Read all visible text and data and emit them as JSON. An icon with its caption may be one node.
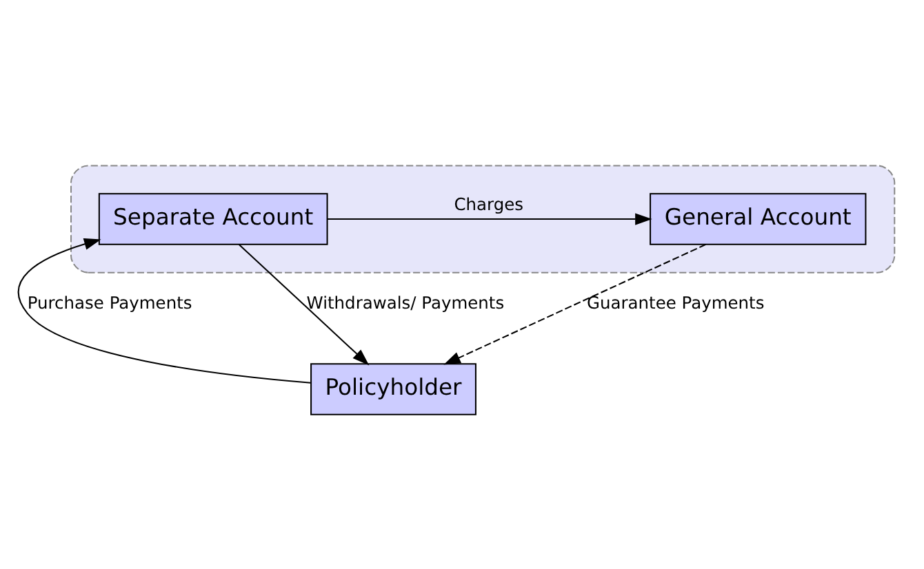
{
  "diagram": {
    "nodes": [
      {
        "text": [
          "Policyholder"
        ]
      },
      {
        "text": [],
        "shape": "box"
      },
      {
        "text": [
          "Separate Account"
        ],
        "in": 1
      },
      {
        "text": [
          "General Account"
        ],
        "in": 1
      }
    ],
    "edges": [
      {
        "from": 0,
        "to": 2,
        "arrow": "to",
        "label": "Purchase Payments"
      },
      {
        "from": 2,
        "to": 0,
        "arrow": "to",
        "label": "Withdrawals/ Payments"
      },
      {
        "from": 2,
        "to": 3,
        "arrow": "to",
        "label": "Charges"
      },
      {
        "from": 3,
        "to": 0,
        "arrow": "to",
        "label": "Guarantee Payments",
        "style": "dashed"
      }
    ]
  }
}
